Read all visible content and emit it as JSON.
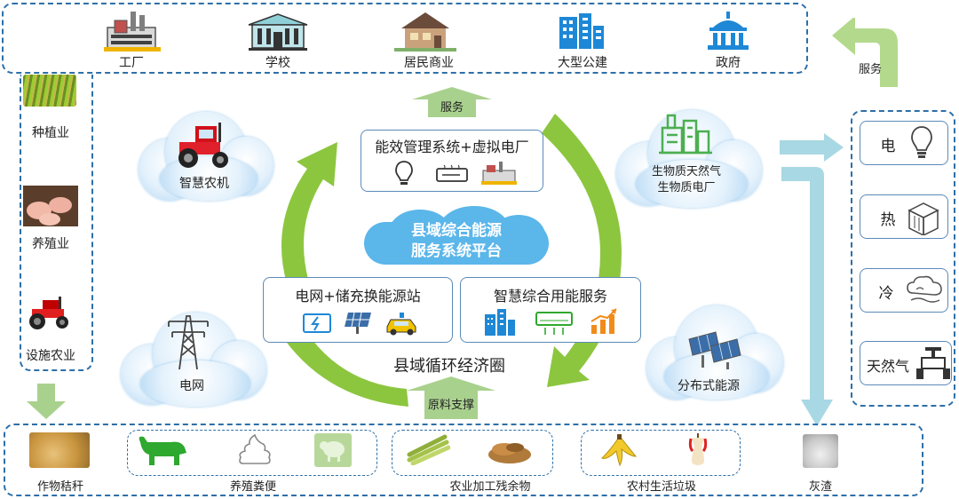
{
  "top_consumers": [
    {
      "label": "工厂",
      "icon": "factory-icon"
    },
    {
      "label": "学校",
      "icon": "school-icon"
    },
    {
      "label": "居民商业",
      "icon": "house-icon"
    },
    {
      "label": "大型公建",
      "icon": "office-building-icon"
    },
    {
      "label": "政府",
      "icon": "government-icon"
    }
  ],
  "left_industries": [
    {
      "label": "种植业",
      "icon": "rice-field-icon"
    },
    {
      "label": "养殖业",
      "icon": "pigs-icon"
    },
    {
      "label": "设施农业",
      "icon": "tractor-icon"
    }
  ],
  "right_energy": [
    {
      "label": "电",
      "icon": "light-bulb-icon"
    },
    {
      "label": "热",
      "icon": "radiator-icon"
    },
    {
      "label": "冷",
      "icon": "cold-wind-icon"
    },
    {
      "label": "天然气",
      "icon": "gas-valve-icon"
    }
  ],
  "clouds": {
    "smart_farm": "智慧农机",
    "grid": "电网",
    "biomass_line1": "生物质天然气",
    "biomass_line2": "生物质电厂",
    "distributed": "分布式能源",
    "platform_line1": "县域综合能源",
    "platform_line2": "服务系统平台"
  },
  "boxes": {
    "energy_mgmt": "能效管理系统+虚拟电厂",
    "grid_storage": "电网+储充换能源站",
    "smart_service": "智慧综合用能服务"
  },
  "circle_label": "县域循环经济圈",
  "arrows": {
    "service_up": "服务",
    "raw_support": "原料支撑",
    "service_corner": "服务"
  },
  "bottom_resources": {
    "straw": "作物秸秆",
    "manure": "养殖粪便",
    "agri_residue": "农业加工残余物",
    "rural_waste": "农村生活垃圾",
    "ash": "灰渣"
  },
  "colors": {
    "dashed_border": "#2e6fa8",
    "cycle_green": "#8cc63f",
    "arrow_green": "#a9d18e",
    "flow_blue": "#9fd4e0",
    "icon_blue": "#1e88d6",
    "platform_blue": "#2e75b6"
  }
}
